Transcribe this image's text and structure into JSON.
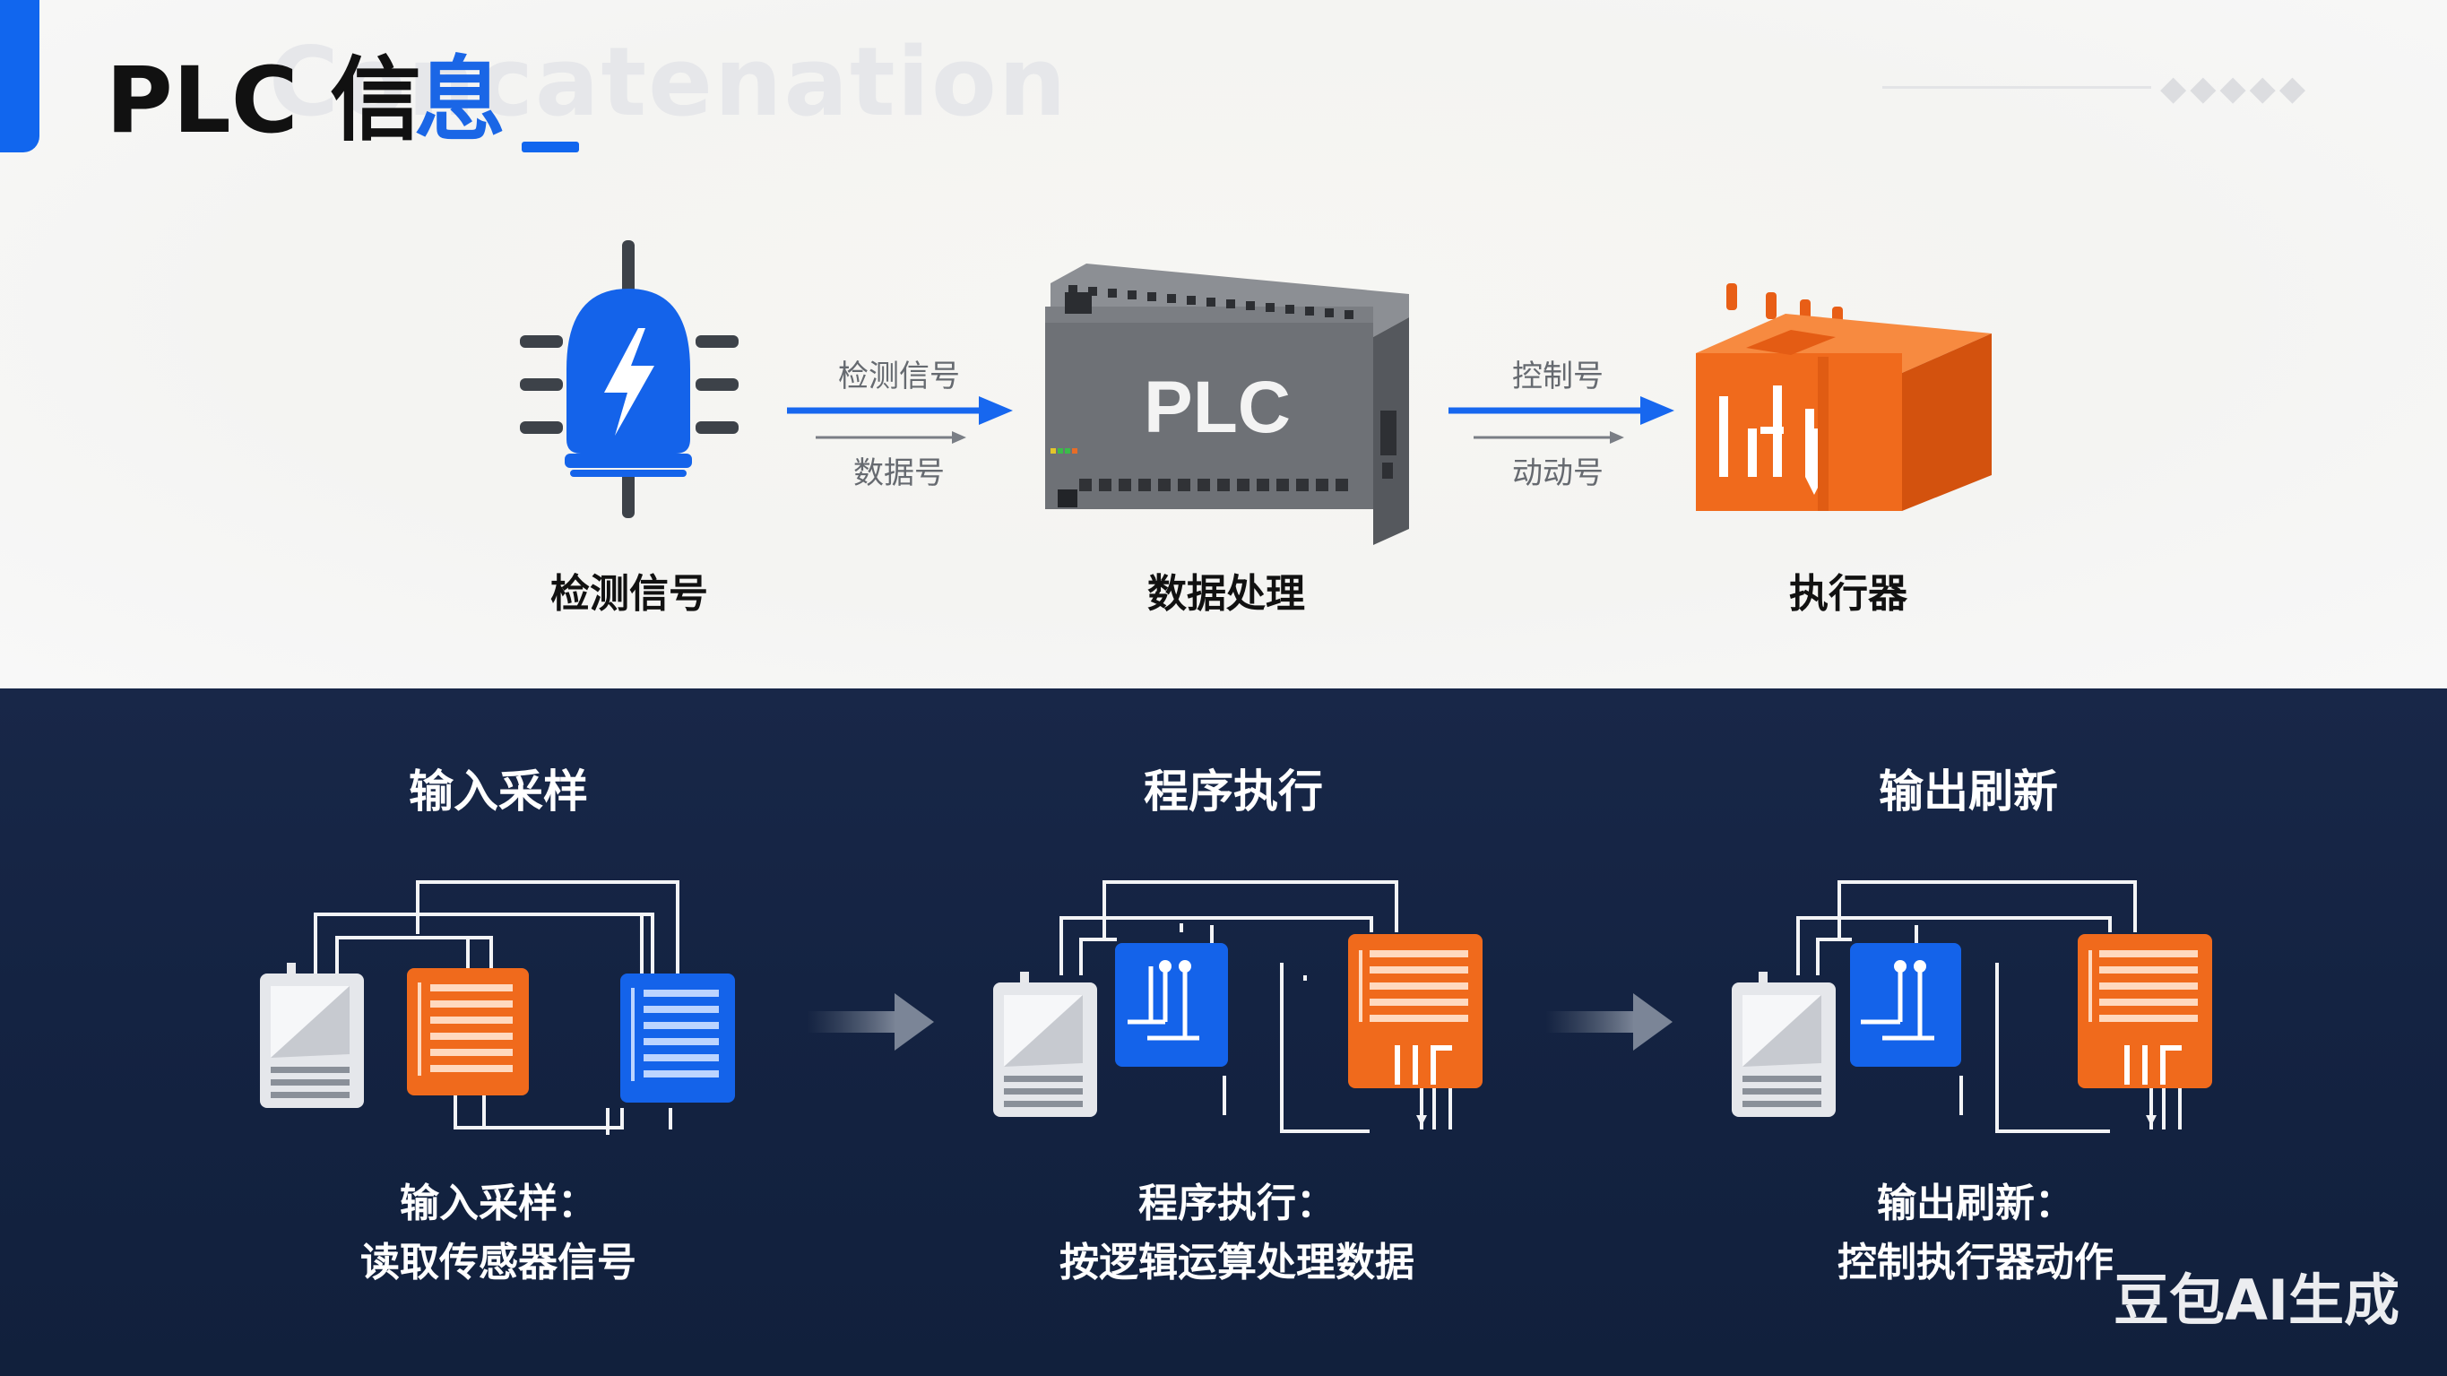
{
  "header": {
    "title_prefix": "PLC",
    "title_part1": "信",
    "title_part2": "息",
    "ghost_word": "Concatenation"
  },
  "flow": {
    "components": [
      {
        "label": "检测信号",
        "icon": "sensor-icon"
      },
      {
        "label": "数据处理",
        "icon": "plc-device-icon",
        "device_text": "PLC"
      },
      {
        "label": "执行器",
        "icon": "actuator-icon"
      }
    ],
    "arrow1": {
      "top_label": "检测信号",
      "bottom_label": "数据号"
    },
    "arrow2": {
      "top_label": "控制号",
      "bottom_label": "动动号"
    }
  },
  "stages": [
    {
      "title": "输入采样",
      "desc_line1": "输入采样：",
      "desc_line2": "读取传感器信号"
    },
    {
      "title": "程序执行",
      "desc_line1": "程序执行：",
      "desc_line2": "按逻辑运算处理数据"
    },
    {
      "title": "输出刷新",
      "desc_line1": "输出刷新：",
      "desc_line2": "控制执行器动作"
    }
  ],
  "watermark": "豆包AI生成",
  "colors": {
    "accent_blue": "#1166ee",
    "accent_orange": "#f06a1c",
    "dark_navy": "#15243f",
    "device_gray": "#6c6f74"
  }
}
